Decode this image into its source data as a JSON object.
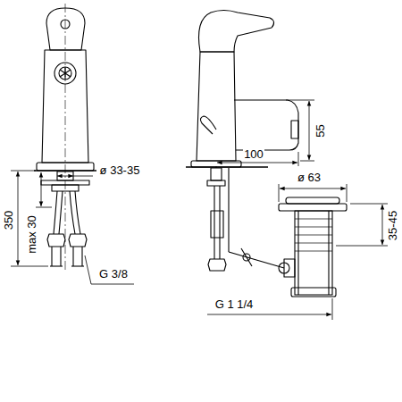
{
  "diagram": {
    "labels": [
      "ø 33-35",
      "350",
      "max 30",
      "G 3/8",
      "100",
      "55",
      "ø 63",
      "35-45",
      "G 1 1/4"
    ]
  }
}
